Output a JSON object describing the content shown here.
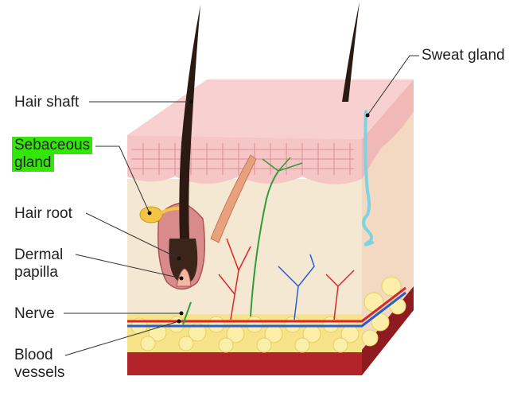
{
  "labels": {
    "hair_shaft": "Hair shaft",
    "sebaceous_line1": "Sebaceous",
    "sebaceous_line2": "gland",
    "hair_root": "Hair root",
    "dermal_line1": "Dermal",
    "dermal_line2": "papilla",
    "nerve": "Nerve",
    "blood_line1": "Blood",
    "blood_line2": "vessels",
    "sweat_gland": "Sweat gland"
  },
  "colors": {
    "highlight": "#33e60a",
    "epidermis": "#f6c6c6",
    "dermis": "#f5e8d2",
    "fat": "#f7e38a",
    "muscle": "#b3242a",
    "hair": "#2a1a12",
    "sweat_duct": "#7fd3e0",
    "nerve": "#2e9d3a",
    "artery": "#d9262b",
    "vein": "#2a5bd7"
  }
}
